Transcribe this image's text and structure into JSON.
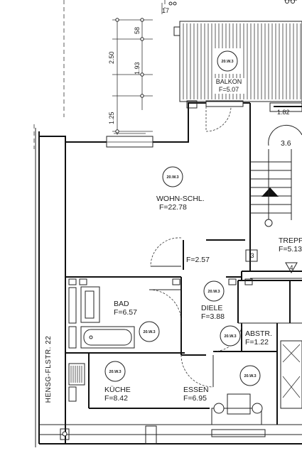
{
  "street_label": "HENSG-FLSTR. 22",
  "dimensions": {
    "d1": "2.50",
    "d2": "1.93",
    "d3": "58",
    "d4": "1.25",
    "d5": "17",
    "d6": "1.82",
    "d7": "3.6"
  },
  "rooms": {
    "balkon": {
      "name": "BALKON",
      "area": "F=5.07"
    },
    "wohnen": {
      "name": "WOHN-SCHL.",
      "area": "F=22.78"
    },
    "flur": {
      "area": "F=2.57"
    },
    "bad": {
      "name": "BAD",
      "area": "F=6.57"
    },
    "diele": {
      "name": "DIELE",
      "area": "F=3.88"
    },
    "abstr": {
      "name": "ABSTR.",
      "area": "F=1.22"
    },
    "kueche": {
      "name": "KÜCHE",
      "area": "F=8.42"
    },
    "essen": {
      "name": "ESSEN",
      "area": "F=6.95"
    },
    "treppe": {
      "name": "TREPP",
      "area": "F=5.13"
    }
  },
  "markers": {
    "m3": "3",
    "m4": "4"
  },
  "wall_tags": [
    "20.W.3",
    "20.W.3",
    "20.W.3",
    "20.W.3",
    "20.W.3",
    "20.W.3",
    "20.W.3"
  ]
}
